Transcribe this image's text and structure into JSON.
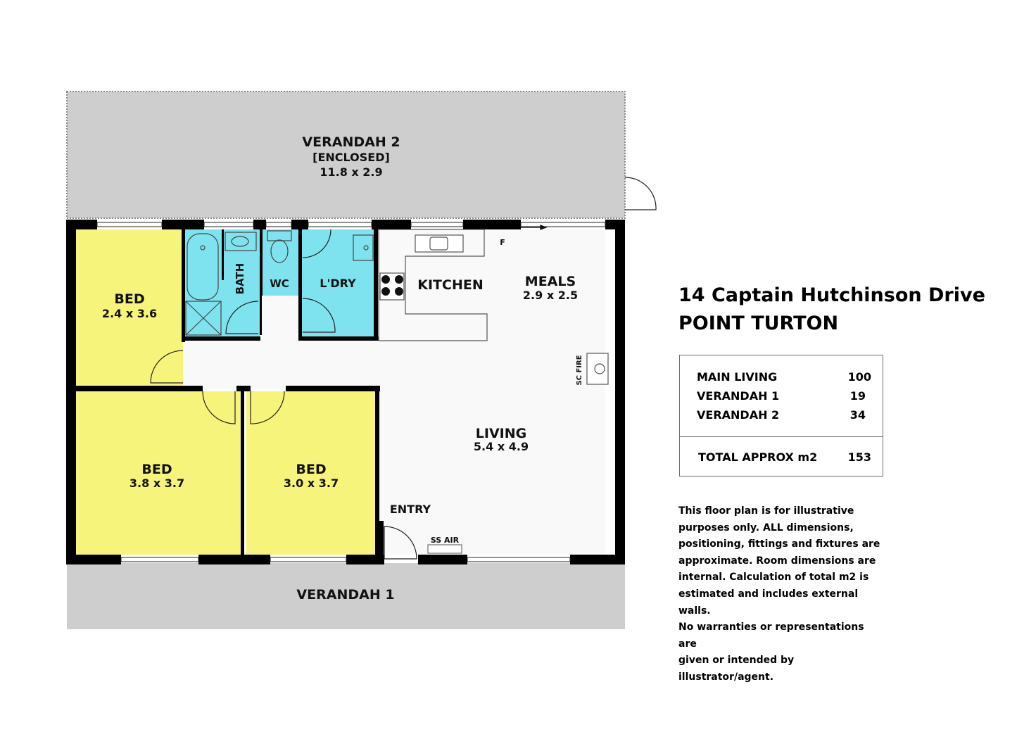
{
  "rooms": {
    "verandah2": {
      "name": "VERANDAH 2",
      "note": "[ENCLOSED]",
      "size": "11.8 x 2.9"
    },
    "verandah1": {
      "name": "VERANDAH 1"
    },
    "bed1": {
      "name": "BED",
      "size": "2.4 x 3.6"
    },
    "bed2": {
      "name": "BED",
      "size": "3.8 x 3.7"
    },
    "bed3": {
      "name": "BED",
      "size": "3.0 x 3.7"
    },
    "bath": {
      "name": "BATH"
    },
    "wc": {
      "name": "WC"
    },
    "laundry": {
      "name": "L'DRY"
    },
    "kitchen": {
      "name": "KITCHEN"
    },
    "meals": {
      "name": "MEALS",
      "size": "2.9 x 2.5"
    },
    "living": {
      "name": "LIVING",
      "size": "5.4 x 4.9"
    },
    "entry": {
      "name": "ENTRY"
    }
  },
  "fixtures": {
    "fridge": "F",
    "fire": "SC FIRE",
    "air": "SS AIR"
  },
  "colors": {
    "bedroom": "#f6f47a",
    "wet_area": "#7ee3ee",
    "verandah": "#cecece",
    "wall": "#000000"
  },
  "address": {
    "line1": "14 Captain Hutchinson Drive",
    "line2": "POINT TURTON"
  },
  "areas": [
    {
      "label": "MAIN LIVING",
      "value": "100"
    },
    {
      "label": "VERANDAH 1",
      "value": "19"
    },
    {
      "label": "VERANDAH 2",
      "value": "34"
    }
  ],
  "total": {
    "label": "TOTAL APPROX m2",
    "value": "153"
  },
  "disclaimer": [
    "This floor plan is for illustrative",
    "purposes only. ALL dimensions,",
    "positioning, fittings and fixtures are",
    "approximate. Room dimensions are",
    "internal. Calculation of total m2 is",
    "estimated and includes external walls.",
    "No warranties or representations are",
    "given or intended by illustrator/agent."
  ]
}
